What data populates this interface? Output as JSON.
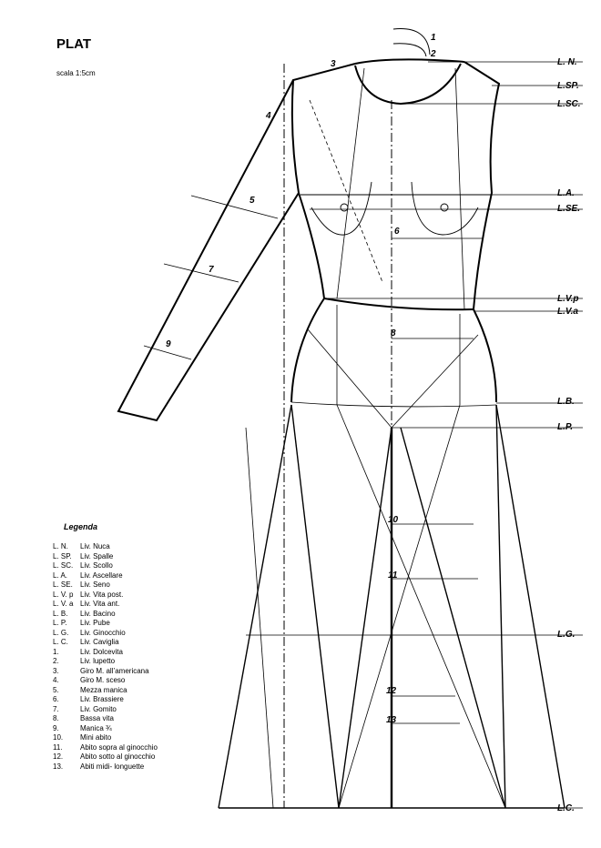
{
  "header": {
    "title": "PLAT",
    "scale": "scala 1:5cm"
  },
  "levels": [
    {
      "code": "L. N.",
      "y_label": "L. N."
    },
    {
      "code": "L.SP.",
      "y_label": "L.SP."
    },
    {
      "code": "L.SC.",
      "y_label": "L.SC."
    },
    {
      "code": "L.A.",
      "y_label": "L.A."
    },
    {
      "code": "L.SE.",
      "y_label": "L.SE."
    },
    {
      "code": "L.V.p",
      "y_label": "L.V.p"
    },
    {
      "code": "L.V.a",
      "y_label": "L.V.a"
    },
    {
      "code": "L.B.",
      "y_label": "L.B."
    },
    {
      "code": "L.P.",
      "y_label": "L.P."
    },
    {
      "code": "L.G.",
      "y_label": "L.G."
    },
    {
      "code": "L.C.",
      "y_label": "L.C."
    }
  ],
  "numbers": [
    "1",
    "2",
    "3",
    "4",
    "5",
    "6",
    "7",
    "8",
    "9",
    "10",
    "11",
    "12",
    "13"
  ],
  "legend": {
    "title": "Legenda",
    "items": [
      {
        "code": "L. N.",
        "label": "Liv. Nuca"
      },
      {
        "code": "L. SP.",
        "label": "Liv. Spalle"
      },
      {
        "code": "L. SC.",
        "label": "Liv. Scollo"
      },
      {
        "code": "L. A.",
        "label": "Liv. Ascellare"
      },
      {
        "code": "L. SE.",
        "label": "Liv. Seno"
      },
      {
        "code": "L. V. p",
        "label": "Liv. Vita post."
      },
      {
        "code": "L. V. a",
        "label": "Liv. Vita ant."
      },
      {
        "code": "L. B.",
        "label": "Liv. Bacino"
      },
      {
        "code": "L. P.",
        "label": "Liv. Pube"
      },
      {
        "code": "L. G.",
        "label": "Liv. Ginocchio"
      },
      {
        "code": "L. C.",
        "label": "Liv. Caviglia"
      },
      {
        "code": "1.",
        "label": "Liv. Dolcevita"
      },
      {
        "code": "2.",
        "label": "Liv. lupetto"
      },
      {
        "code": "3.",
        "label": "Giro M. all’americana"
      },
      {
        "code": "4.",
        "label": "Giro M. sceso"
      },
      {
        "code": "5.",
        "label": "Mezza manica"
      },
      {
        "code": "6.",
        "label": "Liv. Brassiere"
      },
      {
        "code": "7.",
        "label": "Liv. Gomito"
      },
      {
        "code": "8.",
        "label": "Bassa vita"
      },
      {
        "code": "9.",
        "label": "Manica ¾"
      },
      {
        "code": "10.",
        "label": "Mini abito"
      },
      {
        "code": "11.",
        "label": "Abito sopra al ginocchio"
      },
      {
        "code": "12.",
        "label": "Abito sotto al ginocchio"
      },
      {
        "code": "13.",
        "label": "Abiti midi- longuette"
      }
    ]
  }
}
